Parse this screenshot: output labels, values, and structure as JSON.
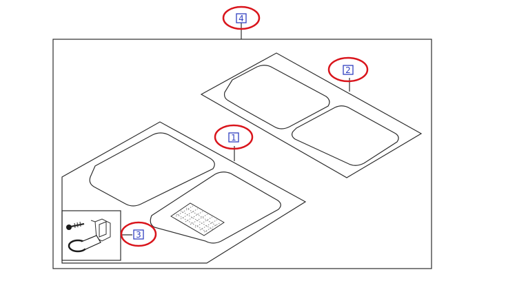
{
  "callouts": [
    {
      "id": "4",
      "label": "4"
    },
    {
      "id": "2",
      "label": "2"
    },
    {
      "id": "1",
      "label": "1"
    },
    {
      "id": "3",
      "label": "3"
    }
  ],
  "colors": {
    "highlight_ring": "#d9141b",
    "callout_box": "#2f3fbf",
    "line": "#2b2b2b"
  }
}
